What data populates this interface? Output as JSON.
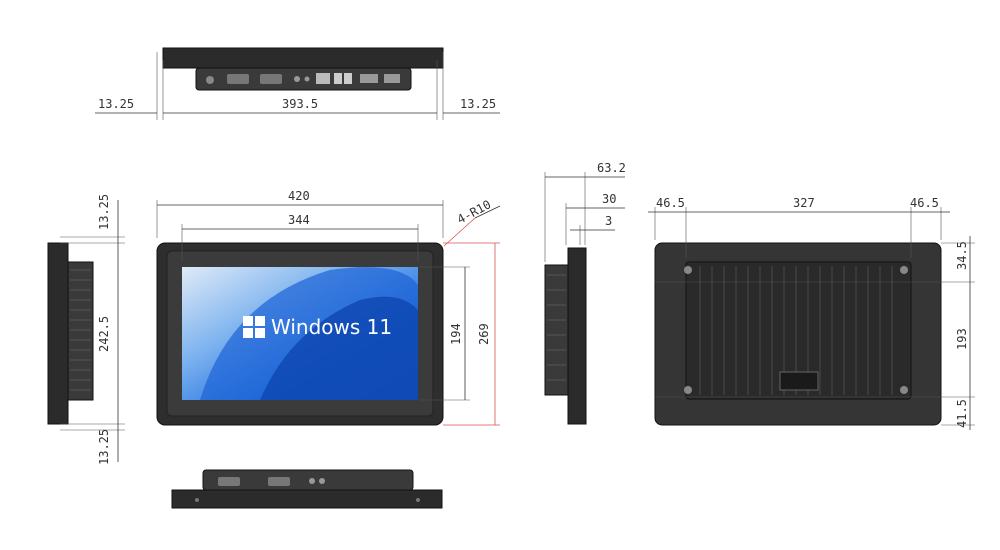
{
  "colors": {
    "frame": "#2b2b2b",
    "screen_light": "#e8f1fb",
    "screen_blue": "#1e6fe0",
    "dim": "#333333",
    "leader": "#d9534f"
  },
  "top_view": {
    "left_margin": "13.25",
    "width": "393.5",
    "right_margin": "13.25"
  },
  "side_left": {
    "top_margin": "13.25",
    "height": "242.5",
    "bottom_margin": "13.25"
  },
  "front_view": {
    "overall_width": "420",
    "screen_width": "344",
    "corner_radius": "4-R10",
    "screen_height": "194",
    "overall_height": "269",
    "os_logo_text": "Windows 11"
  },
  "side_right": {
    "depth_total": "63.2",
    "depth_body": "30",
    "bezel": "3"
  },
  "rear_view": {
    "left_offset": "46.5",
    "mount_width": "327",
    "right_offset": "46.5",
    "top_offset": "34.5",
    "mount_height": "193",
    "bottom_offset": "41.5"
  }
}
